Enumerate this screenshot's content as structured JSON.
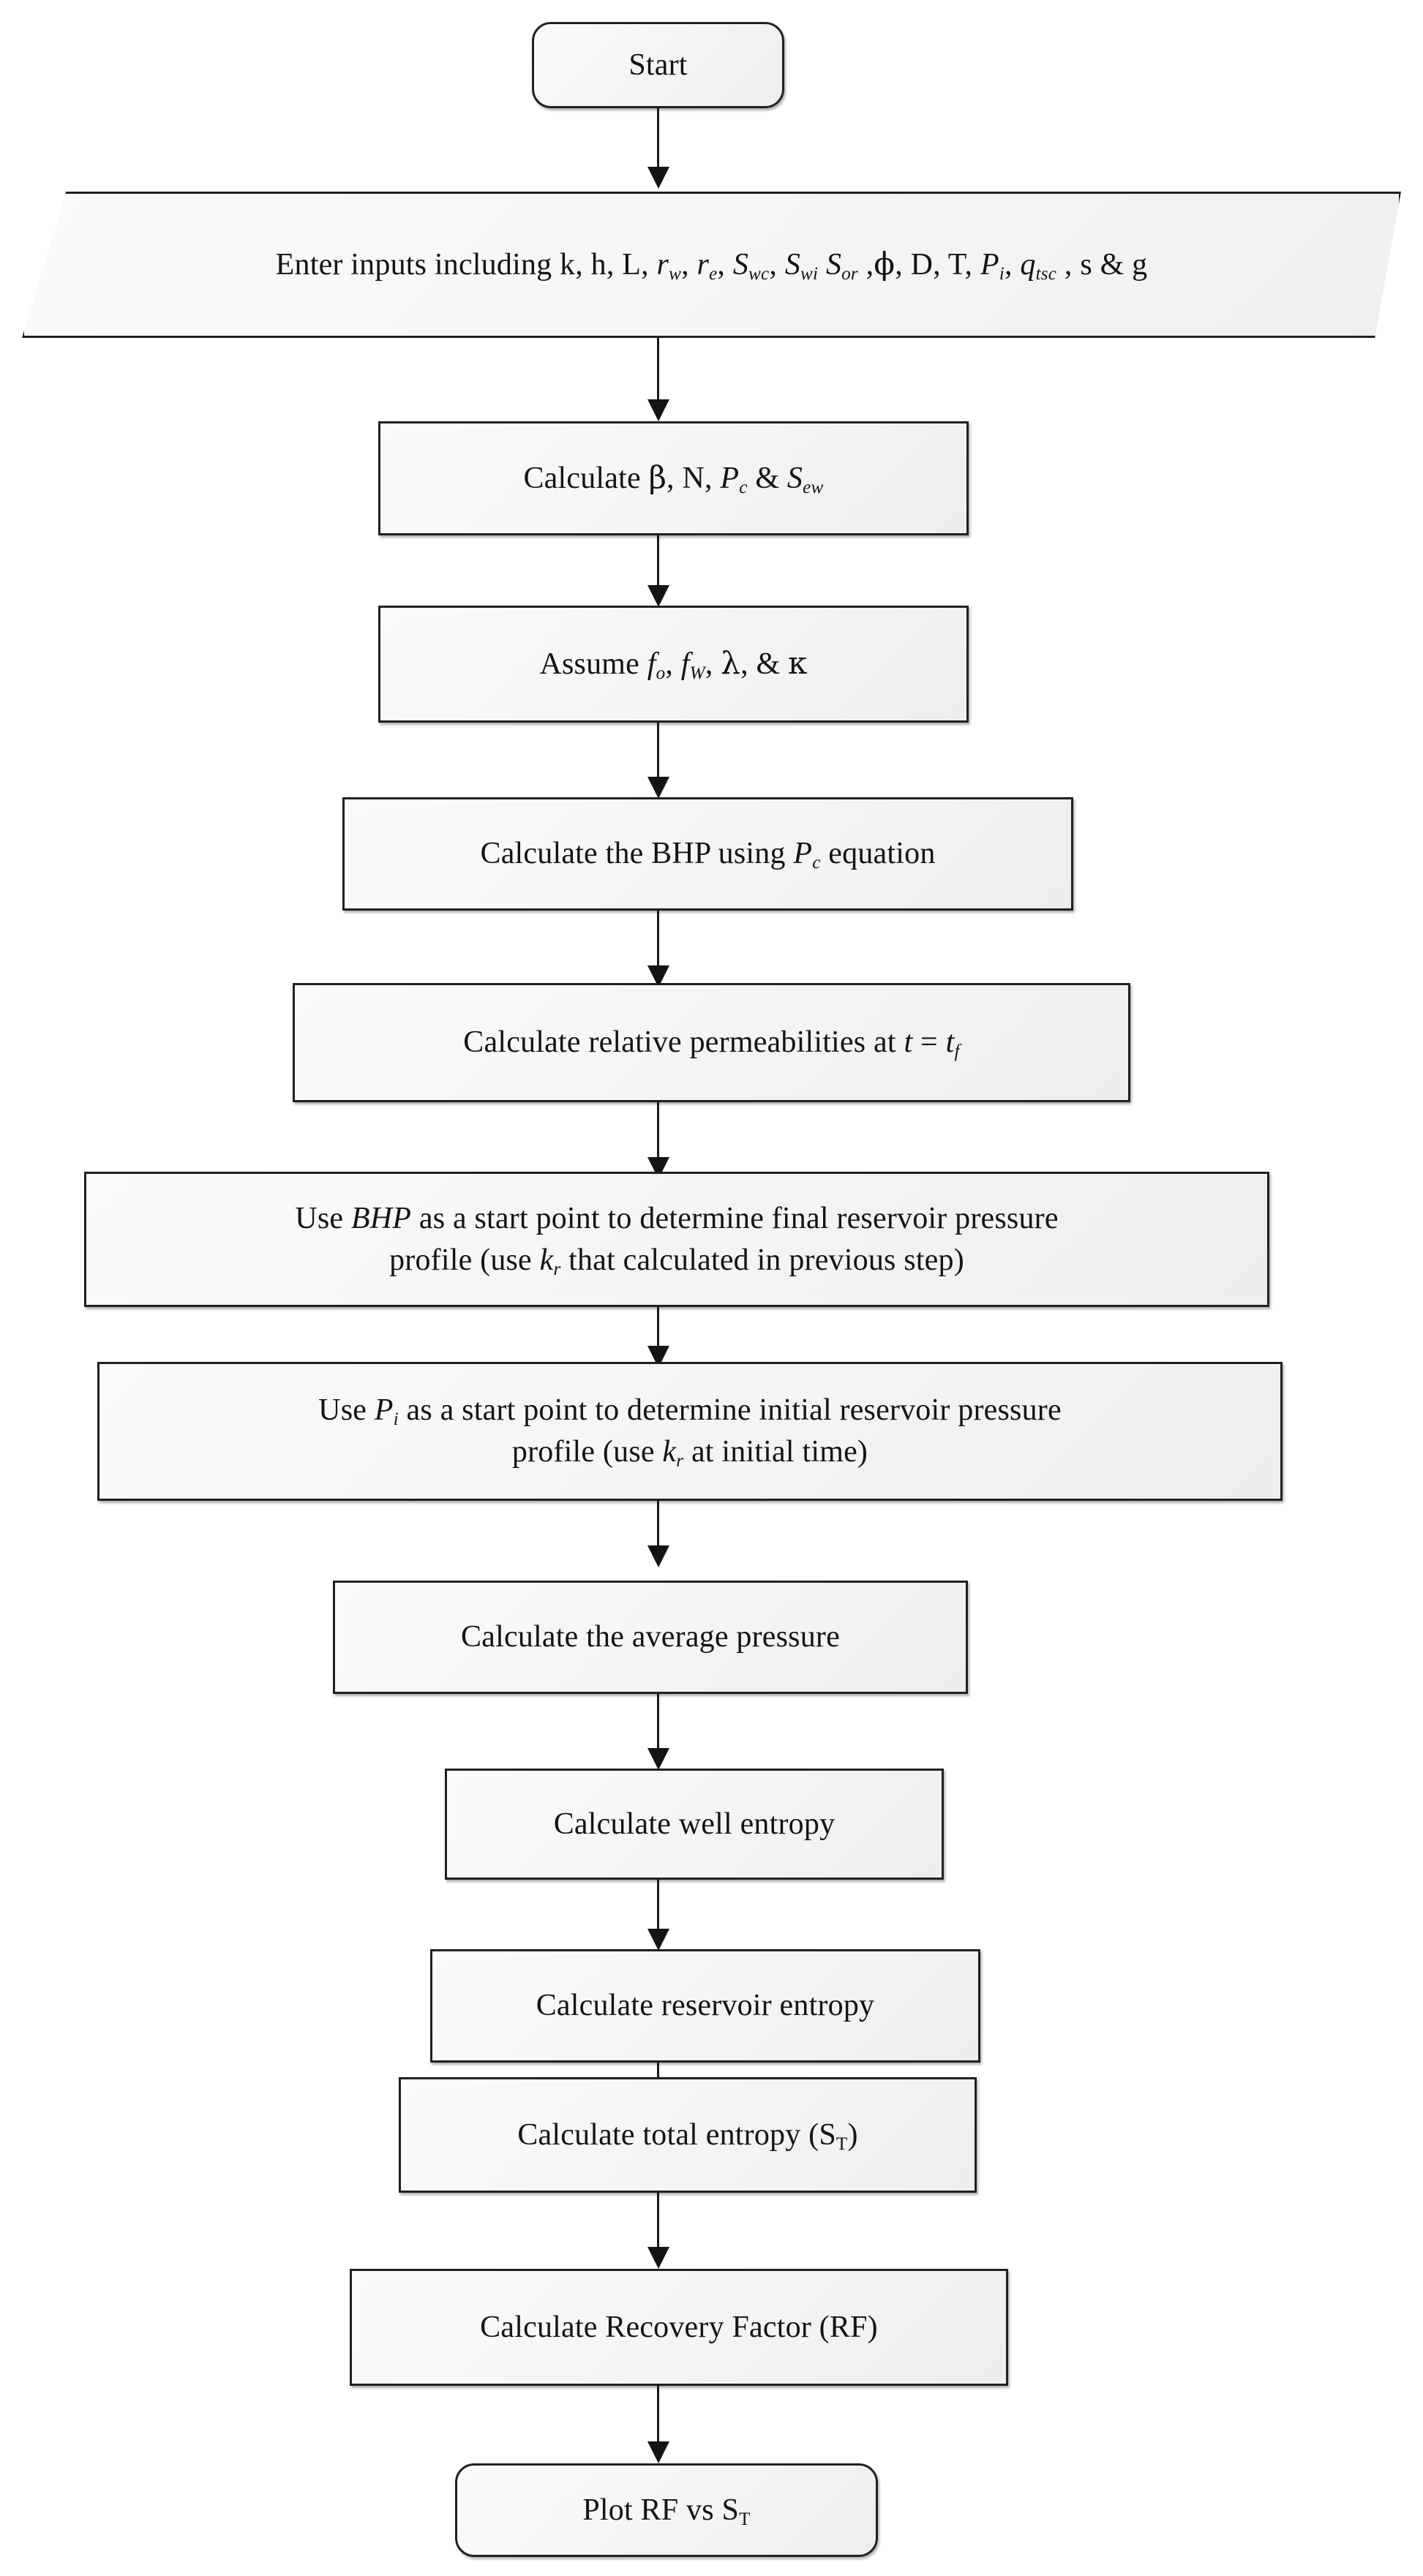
{
  "diagram": {
    "type": "flowchart",
    "orientation": "top-to-bottom",
    "title": "Reservoir entropy and recovery-factor calculation flowchart",
    "style": {
      "node_fill": "#f5f5f5",
      "node_border": "#231f20",
      "connector_color": "#1a1a1a",
      "text_color": "#141414",
      "background": "#ffffff"
    }
  },
  "nodes": [
    {
      "id": "start",
      "shape": "terminator",
      "label": "Start"
    },
    {
      "id": "enter-inputs",
      "shape": "parallelogram",
      "label": "Enter inputs including k, h, L, rw, re, Swc, Swi Sor , ϕ, D, T, Pi, qtsc, s & g",
      "label_prefix": "Enter inputs including ",
      "variables": [
        "k",
        "h",
        "L",
        "r_w",
        "r_e",
        "S_wc",
        "S_wi",
        "S_or",
        "ϕ",
        "D",
        "T",
        "P_i",
        "q_tsc",
        "s",
        "g"
      ]
    },
    {
      "id": "calc-beta",
      "shape": "process",
      "label": "Calculate β, N, Pc & Sew"
    },
    {
      "id": "assume-f",
      "shape": "process",
      "label": "Assume fo, fW, λ, & κ"
    },
    {
      "id": "calc-bhp",
      "shape": "process",
      "label": "Calculate the BHP using Pc equation"
    },
    {
      "id": "calc-relperm",
      "shape": "process",
      "label": "Calculate relative permeabilities at t = tf"
    },
    {
      "id": "final-pressure-profile",
      "shape": "process",
      "line1": "Use BHP as a start point to determine final reservoir pressure",
      "line2": "profile (use kr that calculated in previous step)"
    },
    {
      "id": "initial-pressure-profile",
      "shape": "process",
      "line1": "Use Pi as a start point to determine initial reservoir pressure",
      "line2": "profile (use kr at initial time)"
    },
    {
      "id": "calc-avg-pressure",
      "shape": "process",
      "label": "Calculate the average pressure"
    },
    {
      "id": "calc-well-entropy",
      "shape": "process",
      "label": "Calculate well entropy"
    },
    {
      "id": "calc-reservoir-entropy",
      "shape": "process",
      "label": "Calculate reservoir entropy"
    },
    {
      "id": "calc-total-entropy",
      "shape": "process",
      "label": "Calculate total entropy (ST)"
    },
    {
      "id": "calc-recovery-factor",
      "shape": "process",
      "label": "Calculate Recovery Factor (RF)"
    },
    {
      "id": "plot-rf-st",
      "shape": "terminator",
      "label": "Plot RF vs ST"
    }
  ],
  "text": {
    "start": "Start",
    "enter_inputs_prefix": "Enter inputs including ",
    "calc_beta_prefix": "Calculate ",
    "assume_prefix": "Assume ",
    "calc_bhp_a": "Calculate the BHP using ",
    "calc_bhp_b": " equation",
    "calc_relperm_a": "Calculate relative permeabilities at ",
    "final_profile_l1_a": "Use ",
    "final_profile_l1_b": "BHP",
    "final_profile_l1_c": " as a start point to determine final reservoir pressure",
    "final_profile_l2_a": "profile (use ",
    "final_profile_l2_b": " that calculated in previous step)",
    "initial_profile_l1_a": "Use ",
    "initial_profile_l1_c": " as a start point to determine initial reservoir pressure",
    "initial_profile_l2_a": "profile (use ",
    "initial_profile_l2_b": " at initial time)",
    "calc_avg_pressure": "Calculate the average pressure",
    "calc_well_entropy": "Calculate well entropy",
    "calc_reservoir_entropy": "Calculate reservoir entropy",
    "calc_total_entropy_a": "Calculate total entropy (S",
    "calc_total_entropy_sub": "T",
    "calc_total_entropy_b": ")",
    "calc_recovery_factor": "Calculate Recovery Factor (RF)",
    "plot_a": "Plot RF vs S",
    "plot_sub": "T"
  },
  "symbols": {
    "k": "k",
    "h": "h",
    "L": "L",
    "r": "r",
    "sub_w": "w",
    "sub_e": "e",
    "S": "S",
    "sub_wc": "wc",
    "sub_wi": "wi",
    "sub_or": "or",
    "phi": "ϕ",
    "D": "D",
    "T": "T",
    "P": "P",
    "sub_i": "i",
    "q": "q",
    "sub_tsc": "tsc",
    "s": "s",
    "amp_g": "& g",
    "beta": "β",
    "N": "N",
    "sub_c": "c",
    "sub_ew": "ew",
    "f": "f",
    "sub_o": "o",
    "sub_W": "W",
    "lambda": "λ",
    "kappa": "κ",
    "t": "t",
    "eq": " = ",
    "sub_f": "f",
    "sub_r": "r",
    "comma": ", ",
    "amp": " & "
  },
  "edges": [
    {
      "from": "start",
      "to": "enter-inputs"
    },
    {
      "from": "enter-inputs",
      "to": "calc-beta"
    },
    {
      "from": "calc-beta",
      "to": "assume-f"
    },
    {
      "from": "assume-f",
      "to": "calc-bhp"
    },
    {
      "from": "calc-bhp",
      "to": "calc-relperm"
    },
    {
      "from": "calc-relperm",
      "to": "final-pressure-profile"
    },
    {
      "from": "final-pressure-profile",
      "to": "initial-pressure-profile"
    },
    {
      "from": "initial-pressure-profile",
      "to": "calc-avg-pressure"
    },
    {
      "from": "calc-avg-pressure",
      "to": "calc-well-entropy"
    },
    {
      "from": "calc-well-entropy",
      "to": "calc-reservoir-entropy"
    },
    {
      "from": "calc-reservoir-entropy",
      "to": "calc-total-entropy"
    },
    {
      "from": "calc-total-entropy",
      "to": "calc-recovery-factor"
    },
    {
      "from": "calc-recovery-factor",
      "to": "plot-rf-st"
    }
  ]
}
